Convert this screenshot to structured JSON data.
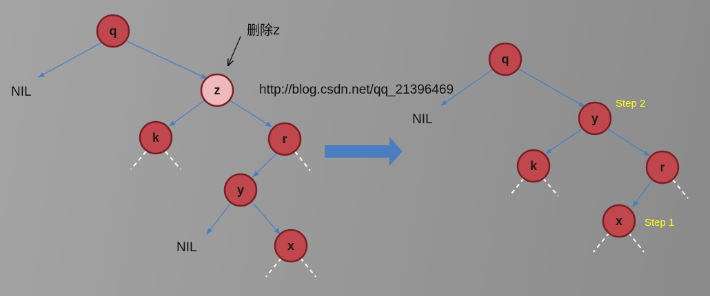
{
  "watermark": "http://blog.csdn.net/qq_21396469",
  "delete_annotation": "删除z",
  "colors": {
    "node_fill": "#c0474d",
    "node_stroke": "#7a1f23",
    "deleted_node_fill": "#efb9bb",
    "edge": "#4a7fc1",
    "transform_arrow": "#4b7dc1",
    "step_label": "#ffff1a"
  },
  "before_tree": {
    "nodes": [
      {
        "id": "q",
        "label": "q"
      },
      {
        "id": "z",
        "label": "z",
        "state": "to-be-deleted"
      },
      {
        "id": "k",
        "label": "k"
      },
      {
        "id": "r",
        "label": "r"
      },
      {
        "id": "y",
        "label": "y"
      },
      {
        "id": "x",
        "label": "x"
      },
      {
        "id": "nil1",
        "label": "NIL"
      },
      {
        "id": "nil2",
        "label": "NIL"
      }
    ],
    "edges": [
      [
        "q",
        "nil1"
      ],
      [
        "q",
        "z"
      ],
      [
        "z",
        "k"
      ],
      [
        "z",
        "r"
      ],
      [
        "r",
        "y"
      ],
      [
        "y",
        "nil2"
      ],
      [
        "y",
        "x"
      ]
    ]
  },
  "after_tree": {
    "nodes": [
      {
        "id": "q",
        "label": "q"
      },
      {
        "id": "y",
        "label": "y"
      },
      {
        "id": "k",
        "label": "k"
      },
      {
        "id": "r",
        "label": "r"
      },
      {
        "id": "x",
        "label": "x"
      },
      {
        "id": "nil1",
        "label": "NIL"
      }
    ],
    "edges": [
      [
        "q",
        "nil1"
      ],
      [
        "q",
        "y"
      ],
      [
        "y",
        "k"
      ],
      [
        "y",
        "r"
      ],
      [
        "r",
        "x"
      ]
    ]
  },
  "steps": {
    "step2": "Step 2",
    "step1": "Step 1"
  }
}
